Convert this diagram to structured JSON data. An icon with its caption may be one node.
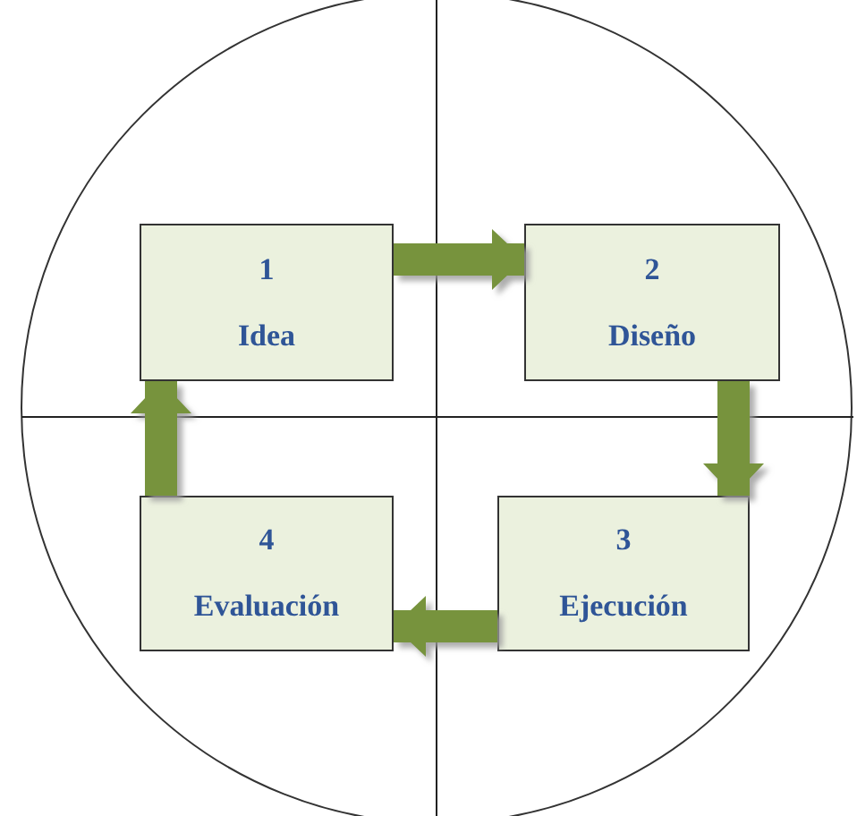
{
  "diagram": {
    "nodes": [
      {
        "text": [
          "1",
          "Idea"
        ]
      },
      {
        "text": [
          "2",
          "Diseño"
        ]
      },
      {
        "text": [
          "3",
          "Ejecución"
        ]
      },
      {
        "text": [
          "4",
          "Evaluación"
        ]
      }
    ],
    "edges": [
      {
        "from": 0,
        "to": 1,
        "arrow": "to"
      },
      {
        "from": 1,
        "to": 2,
        "arrow": "to"
      },
      {
        "from": 2,
        "to": 3,
        "arrow": "to"
      },
      {
        "from": 3,
        "to": 0,
        "arrow": "to"
      }
    ]
  }
}
